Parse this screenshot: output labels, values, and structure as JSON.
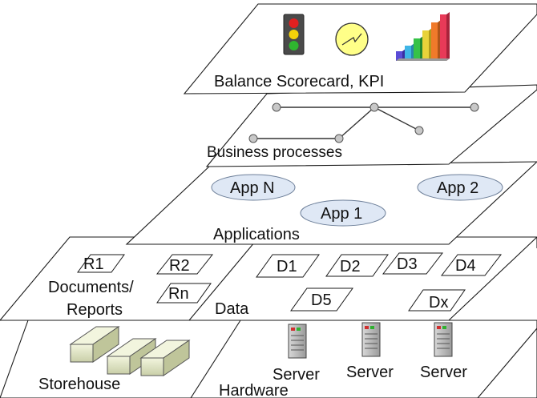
{
  "layers": {
    "scorecard": {
      "label": "Balance Scorecard, KPI",
      "icons": [
        "traffic-light-icon",
        "gauge-icon",
        "bar-chart-icon"
      ]
    },
    "processes": {
      "label": "Business processes"
    },
    "applications": {
      "label": "Applications",
      "apps": [
        "App N",
        "App 2",
        "App 1"
      ]
    },
    "documents": {
      "label_line1": "Documents/",
      "label_line2": "Reports",
      "items": [
        "R1",
        "R2",
        "Rn"
      ]
    },
    "data": {
      "label": "Data",
      "items": [
        "D1",
        "D2",
        "D3",
        "D4",
        "D5",
        "Dx"
      ]
    },
    "storehouse": {
      "label": "Storehouse"
    },
    "hardware": {
      "label": "Hardware",
      "servers": [
        "Server",
        "Server",
        "Server"
      ]
    }
  },
  "colors": {
    "bars": [
      "#5a4cd6",
      "#3fb5e6",
      "#36c247",
      "#e8d23a",
      "#f07a2a",
      "#e83a58"
    ],
    "traffic_light": [
      "#e02020",
      "#f4d20a",
      "#2fb52f"
    ],
    "gauge_face": "#ffff88",
    "app_fill": "#dfe8f5",
    "storehouse_fill": "#e6eccb"
  }
}
